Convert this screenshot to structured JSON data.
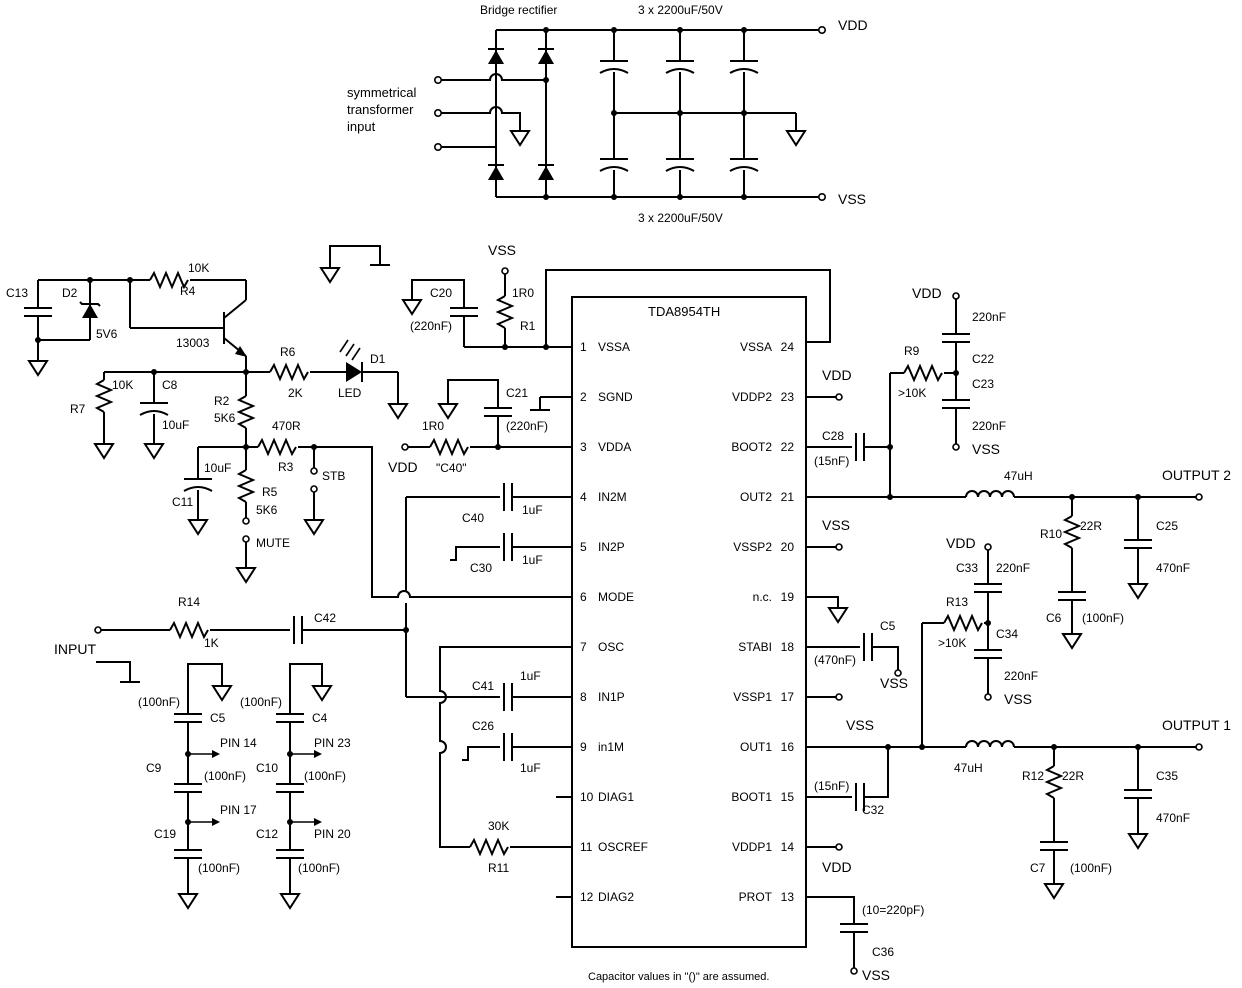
{
  "psu": {
    "bridge_label": "Bridge rectifier",
    "caps_top": "3 x 2200uF/50V",
    "caps_bottom": "3 x 2200uF/50V",
    "vdd": "VDD",
    "vss": "VSS",
    "input_label_1": "symmetrical",
    "input_label_2": "transformer",
    "input_label_3": "input"
  },
  "ic": {
    "title": "TDA8954TH",
    "pins_left": [
      {
        "num": "1",
        "name": "VSSA"
      },
      {
        "num": "2",
        "name": "SGND"
      },
      {
        "num": "3",
        "name": "VDDA"
      },
      {
        "num": "4",
        "name": "IN2M"
      },
      {
        "num": "5",
        "name": "IN2P"
      },
      {
        "num": "6",
        "name": "MODE"
      },
      {
        "num": "7",
        "name": "OSC"
      },
      {
        "num": "8",
        "name": "IN1P"
      },
      {
        "num": "9",
        "name": "in1M"
      },
      {
        "num": "10",
        "name": "DIAG1"
      },
      {
        "num": "11",
        "name": "OSCREF"
      },
      {
        "num": "12",
        "name": "DIAG2"
      }
    ],
    "pins_right": [
      {
        "num": "24",
        "name": "VSSA"
      },
      {
        "num": "23",
        "name": "VDDP2"
      },
      {
        "num": "22",
        "name": "BOOT2"
      },
      {
        "num": "21",
        "name": "OUT2"
      },
      {
        "num": "20",
        "name": "VSSP2"
      },
      {
        "num": "19",
        "name": "n.c."
      },
      {
        "num": "18",
        "name": "STABI"
      },
      {
        "num": "17",
        "name": "VSSP1"
      },
      {
        "num": "16",
        "name": "OUT1"
      },
      {
        "num": "15",
        "name": "BOOT1"
      },
      {
        "num": "14",
        "name": "VDDP1"
      },
      {
        "num": "13",
        "name": "PROT"
      }
    ]
  },
  "labels": {
    "c13": "C13",
    "d2": "D2",
    "d2_val": "5V6",
    "r4": "R4",
    "r4_val": "10K",
    "q": "13003",
    "r7": "R7",
    "r7_val": "10K",
    "c8": "C8",
    "c8_val": "10uF",
    "r2": "R2",
    "r2_val": "5K6",
    "r6": "R6",
    "r6_val": "2K",
    "d1": "D1",
    "led": "LED",
    "r3": "R3",
    "r3_val": "470R",
    "stb": "STB",
    "c11": "C11",
    "c11_val": "10uF",
    "r5": "R5",
    "r5_val": "5K6",
    "mute": "MUTE",
    "vss_top": "VSS",
    "c20": "C20",
    "c20_val": "(220nF)",
    "r1": "R1",
    "r1_val": "1R0",
    "c21": "C21",
    "c21_val": "(220nF)",
    "r_vdda": "1R0",
    "r_vdda_name": "\"C40\"",
    "vdd_in": "VDD",
    "c40": "C40",
    "c40_val": "1uF",
    "c30": "C30",
    "c30_val": "1uF",
    "r14": "R14",
    "r14_val": "1K",
    "c42": "C42",
    "input": "INPUT",
    "c41": "C41",
    "c41_val": "1uF",
    "c26": "C26",
    "c26_val": "1uF",
    "r11": "R11",
    "r11_val": "30K",
    "c5a": "C5",
    "c5a_val": "(100nF)",
    "c4": "C4",
    "c4_val": "(100nF)",
    "c9": "C9",
    "c9_val": "(100nF)",
    "c10": "C10",
    "c10_val": "(100nF)",
    "c19": "C19",
    "c19_val": "(100nF)",
    "c12": "C12",
    "c12_val": "(100nF)",
    "pin14": "PIN 14",
    "pin23": "PIN 23",
    "pin17": "PIN 17",
    "pin20": "PIN 20",
    "vdd_23": "VDD",
    "c28": "C28",
    "c28_val": "(15nF)",
    "vss_20": "VSS",
    "c5b": "C5",
    "c5b_val": "(470nF)",
    "vss_c5b": "VSS",
    "vss_16": "VSS",
    "c32": "C32",
    "c32_val": "(15nF)",
    "vdd_14": "VDD",
    "c36": "C36",
    "c36_val": "(10=220pF)",
    "vss_c36": "VSS",
    "vdd_r9": "VDD",
    "c22": "C22",
    "c22_val": "220nF",
    "r9": "R9",
    "r9_val": ">10K",
    "c23": "C23",
    "c23_val": "220nF",
    "vss_r9": "VSS",
    "l2": "47uH",
    "output2": "OUTPUT 2",
    "r10": "R10",
    "r10_val": "22R",
    "c6": "C6",
    "c6_val": "(100nF)",
    "c25": "C25",
    "c25_val": "470nF",
    "vdd_r13": "VDD",
    "c33": "C33",
    "c33_val": "220nF",
    "r13": "R13",
    "r13_val": ">10K",
    "c34": "C34",
    "c34_val": "220nF",
    "vss_r13": "VSS",
    "l1": "47uH",
    "output1": "OUTPUT 1",
    "r12": "R12",
    "r12_val": "22R",
    "c7": "C7",
    "c7_val": "(100nF)",
    "c35": "C35",
    "c35_val": "470nF",
    "footnote": "Capacitor values in \"()\" are assumed."
  }
}
